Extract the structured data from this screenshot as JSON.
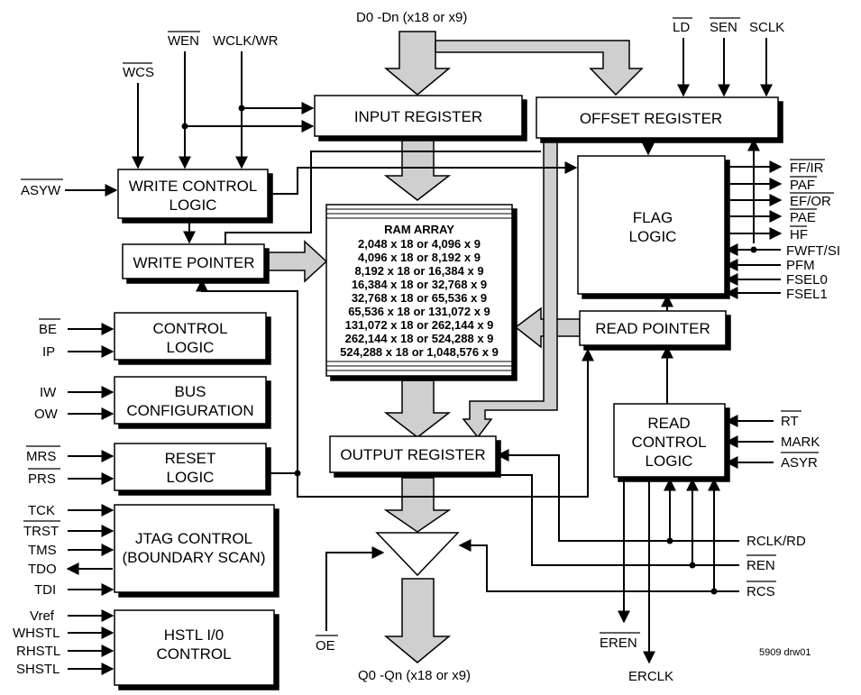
{
  "colors": {
    "line": "#000000",
    "shadow": "#000000",
    "bus_fill": "#cfcfcf",
    "box_fill": "#ffffff"
  },
  "bus_labels": {
    "data_in": "D0 -Dn (x18 or x9)",
    "data_out": "Q0 -Qn (x18 or x9)"
  },
  "blocks": {
    "input_register": "INPUT REGISTER",
    "offset_register": "OFFSET REGISTER",
    "write_control_1": "WRITE CONTROL",
    "write_control_2": "LOGIC",
    "write_pointer": "WRITE POINTER",
    "flag_logic_1": "FLAG",
    "flag_logic_2": "LOGIC",
    "read_pointer": "READ POINTER",
    "control_logic_1": "CONTROL",
    "control_logic_2": "LOGIC",
    "bus_config_1": "BUS",
    "bus_config_2": "CONFIGURATION",
    "reset_logic_1": "RESET",
    "reset_logic_2": "LOGIC",
    "output_register": "OUTPUT REGISTER",
    "read_control_1": "READ",
    "read_control_2": "CONTROL",
    "read_control_3": "LOGIC",
    "jtag_1": "JTAG CONTROL",
    "jtag_2": "(BOUNDARY SCAN)",
    "hstl_1": "HSTL I/0",
    "hstl_2": "CONTROL"
  },
  "ram_array": {
    "title": "RAM ARRAY",
    "lines": [
      "2,048 x 18 or 4,096 x 9",
      "4,096 x 18 or 8,192 x 9",
      "8,192 x 18 or 16,384 x 9",
      "16,384 x 18 or 32,768 x 9",
      "32,768 x 18 or 65,536 x 9",
      "65,536 x 18 or 131,072 x 9",
      "131,072 x 18 or 262,144 x 9",
      "262,144 x 18 or 524,288 x 9",
      "524,288 x 18 or 1,048,576 x 9"
    ]
  },
  "signals": {
    "wcs": "WCS",
    "wen": "WEN",
    "wclk_wr": "WCLK/WR",
    "asyw": "ASYW",
    "ld": "LD",
    "sen": "SEN",
    "sclk": "SCLK",
    "ff_ir": "FF/IR",
    "paf": "PAF",
    "ef_or": "EF/OR",
    "pae": "PAE",
    "hf": "HF",
    "fwft_si": "FWFT/SI",
    "pfm": "PFM",
    "fsel0": "FSEL0",
    "fsel1": "FSEL1",
    "be": "BE",
    "ip": "IP",
    "iw": "IW",
    "ow": "OW",
    "mrs": "MRS",
    "prs": "PRS",
    "tck": "TCK",
    "trst": "TRST",
    "tms": "TMS",
    "tdo": "TDO",
    "tdi": "TDI",
    "vref": "Vref",
    "whstl": "WHSTL",
    "rhstl": "RHSTL",
    "shstl": "SHSTL",
    "rt": "RT",
    "mark": "MARK",
    "asyr": "ASYR",
    "rclk_rd": "RCLK/RD",
    "ren": "REN",
    "rcs": "RCS",
    "oe": "OE",
    "eren": "EREN",
    "erclk": "ERCLK"
  },
  "drawing_number": "5909 drw01"
}
